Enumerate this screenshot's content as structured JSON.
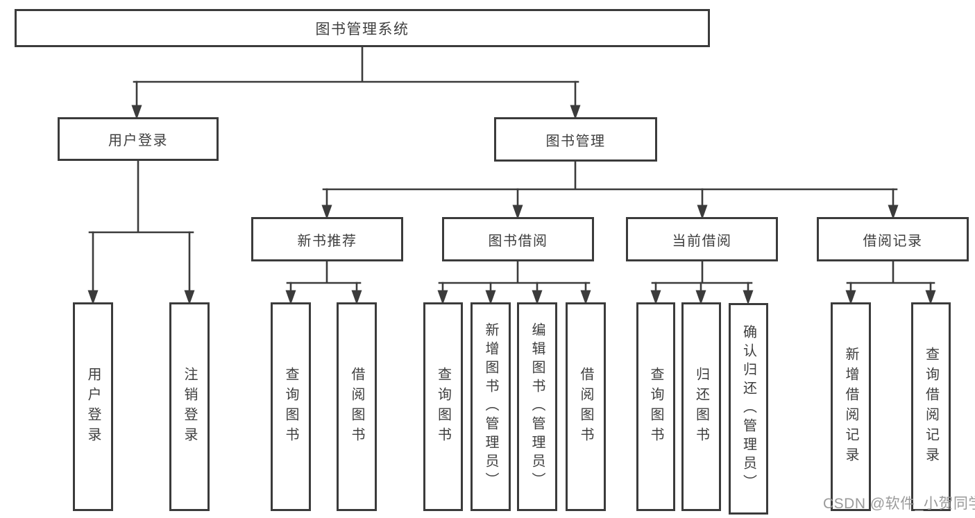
{
  "diagram": {
    "label": "图书管理系统",
    "children": [
      {
        "label": "用户登录",
        "children": [
          {
            "label": "用户登录"
          },
          {
            "label": "注销登录"
          }
        ]
      },
      {
        "label": "图书管理",
        "children": [
          {
            "label": "新书推荐",
            "children": [
              {
                "label": "查询图书"
              },
              {
                "label": "借阅图书"
              }
            ]
          },
          {
            "label": "图书借阅",
            "children": [
              {
                "label": "查询图书"
              },
              {
                "label": "新增图书（管理员）"
              },
              {
                "label": "编辑图书（管理员）"
              },
              {
                "label": "借阅图书"
              }
            ]
          },
          {
            "label": "当前借阅",
            "children": [
              {
                "label": "查询图书"
              },
              {
                "label": "归还图书"
              },
              {
                "label": "确认归还（管理员）"
              }
            ]
          },
          {
            "label": "借阅记录",
            "children": [
              {
                "label": "新增借阅记录"
              },
              {
                "label": "查询借阅记录"
              }
            ]
          }
        ]
      }
    ]
  },
  "watermark": {
    "text": "CSDN @软件_小贺同学"
  },
  "colors": {
    "line": "#3b3b3b",
    "text": "#3e3e3e",
    "background": "#ffffff",
    "watermark": "#9a9a9a"
  }
}
